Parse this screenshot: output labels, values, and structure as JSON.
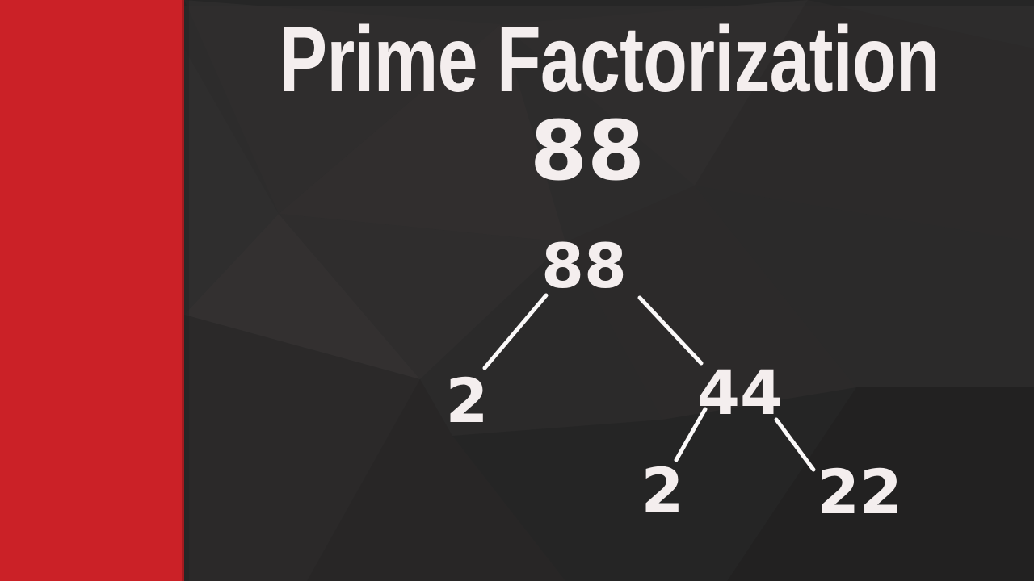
{
  "slide": {
    "title": "Prime Factorization",
    "heading_number": "88"
  },
  "factor_tree": {
    "nodes": [
      {
        "id": "root",
        "label": "88"
      },
      {
        "id": "left-child",
        "label": "2"
      },
      {
        "id": "right-child",
        "label": "44"
      },
      {
        "id": "grandchild-left",
        "label": "2"
      },
      {
        "id": "grandchild-right",
        "label": "22"
      }
    ],
    "edges": [
      {
        "from": "root",
        "to": "left-child"
      },
      {
        "from": "root",
        "to": "right-child"
      },
      {
        "from": "right-child",
        "to": "grandchild-left"
      },
      {
        "from": "right-child",
        "to": "grandchild-right"
      }
    ]
  },
  "colors": {
    "accent_red": "#cb2127",
    "background": "#2d2c2c",
    "text": "#f4eeee",
    "edge_line": "#fbf9f9"
  }
}
